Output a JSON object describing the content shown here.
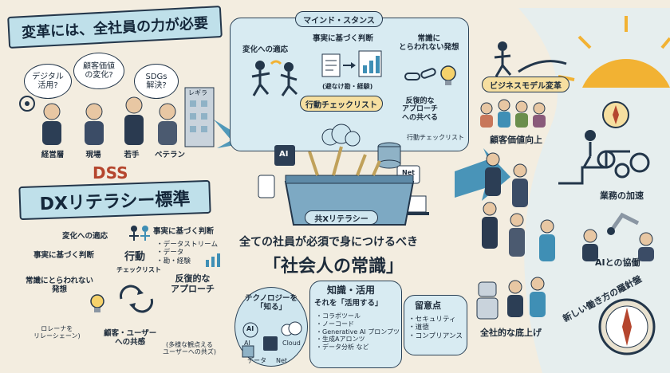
{
  "title_top": "変革には、全社員の力が必要",
  "speech_bubbles": [
    "デジタル\n活用?",
    "顧客価値\nの変化?",
    "SDGs\n解決?"
  ],
  "building_sign": "レギラ",
  "people_roles": [
    "経営層",
    "現場",
    "若手",
    "ベテラン"
  ],
  "dss_label": "DSS",
  "literacy_banner": "DXリテラシー標準",
  "literacy_left": {
    "item1": "変化への適応",
    "item2": "事実に基づく判断",
    "item2_list": "・データストリーム\n・データ\n・勘・経験",
    "item3": "事実に基づく判断",
    "center_title": "行動",
    "center_sub": "チェックリスト",
    "item4": "常識にとらわれない\n発想",
    "item5": "反復的な\nアプローチ",
    "item6": "ロレーナを\nリレーシェーン)",
    "item7": "顧客・ユーザー\nへの共感",
    "item8": "(多様な観点える\nユーザーへの共ズ)"
  },
  "mindset": {
    "banner": "マインド・スタンス",
    "adapt": "変化への適応",
    "fact": "事実に基づく判断",
    "fact_sub": "(避なけ勘・経験)",
    "unconventional": "常識に\nとらわれない発想",
    "checklist_pill": "行動チェックリスト",
    "iterative": "反復的な\nアプローチ\nへの共べる",
    "checklist_small": "行動チェックリスト"
  },
  "toolbox": {
    "label": "共Xリテラシー",
    "ai": "AI",
    "net": "Net"
  },
  "headline": "全ての社員が必須で身につけるべき",
  "headline_main": "「社会人の常識」",
  "knowledge": {
    "left_title": "テクノロジーを\n「知る」",
    "icon_ai_small": "AI",
    "icon_ai": "AI",
    "icon_cloud": "Cloud",
    "icon_data": "データ",
    "icon_net": "Net",
    "mid_title": "知識・活用",
    "mid_sub": "それを「活用する」",
    "mid_list": "・コラボツール\n・ノーコード\n・Generative AI プロンプツ\n・生成Aアロンツ\n・データ分析 など",
    "right_title": "留意点",
    "right_list": "・セキュリティ\n・道徳\n・コンプリアンス"
  },
  "outcomes": {
    "business": "ビジネスモデル変革",
    "customer": "顧客価値向上",
    "speed": "業務の加速",
    "ai_collab": "AIとの協働",
    "bottom_up": "全社的な底上げ",
    "compass": "新しい働き方の羅針盤"
  },
  "colors": {
    "banner": "#bfe0ea",
    "arrow": "#3f8fb5",
    "ink": "#23364a",
    "sun": "#f2b233",
    "pill": "#f6dfa0"
  }
}
